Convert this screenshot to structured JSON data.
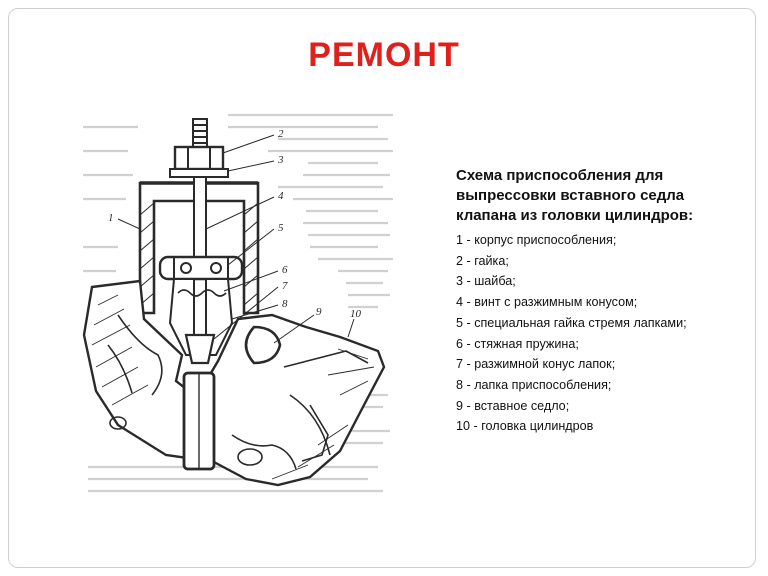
{
  "slide": {
    "title": "РЕМОНТ",
    "colors": {
      "title": "#e0201c",
      "drawing": "#2a2a2a",
      "background_text": "#c8c8c8"
    }
  },
  "diagram": {
    "callouts": [
      "2",
      "3",
      "4",
      "5",
      "6",
      "7",
      "8",
      "1",
      "9",
      "10"
    ]
  },
  "caption": {
    "heading_lines": [
      "Схема приспособления для",
      "выпрессовки вставного седла",
      "клапана из головки цилиндров:"
    ],
    "legend": [
      "1 - корпус приспособления;",
      "2 - гайка;",
      "3 - шайба;",
      "4 - винт с разжимным конусом;",
      "5 - специальная гайка стремя лапками;",
      "6 - стяжная пружина;",
      "7 - разжимной конус лапок;",
      "8 - лапка приспособления;",
      "9 - вставное седло;",
      "10 - головка цилиндров"
    ]
  }
}
